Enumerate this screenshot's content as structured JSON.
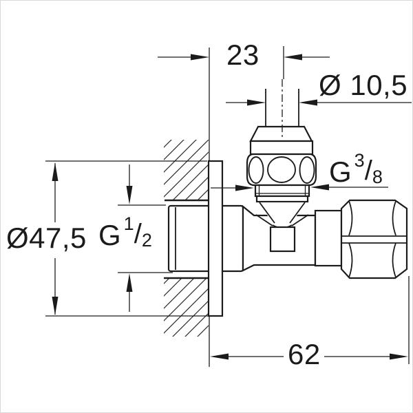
{
  "drawing": {
    "background": "#ffffff",
    "line_color": "#1b1b1b",
    "dimensions": {
      "top_offset": "23",
      "pipe_diameter": "Ø 10,5",
      "rosette_diameter": "Ø47,5",
      "body_length": "62",
      "outlet_thread": {
        "prefix": "G",
        "numerator": "3",
        "slash": "/",
        "denominator": "8"
      },
      "inlet_thread": {
        "prefix": "G",
        "numerator": "1",
        "slash": "/",
        "denominator": "2"
      }
    }
  }
}
